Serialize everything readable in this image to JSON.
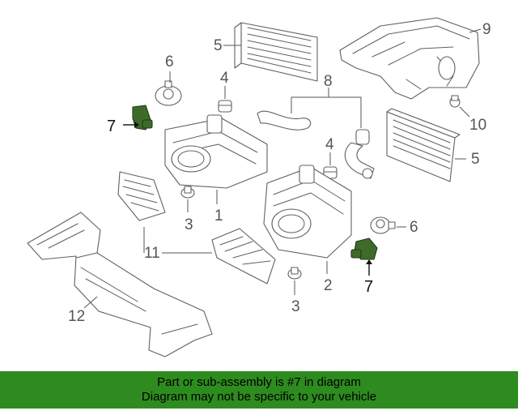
{
  "diagram": {
    "callouts": [
      {
        "id": "c1",
        "text": "1"
      },
      {
        "id": "c2",
        "text": "2"
      },
      {
        "id": "c3a",
        "text": "3"
      },
      {
        "id": "c3b",
        "text": "3"
      },
      {
        "id": "c4a",
        "text": "4"
      },
      {
        "id": "c4b",
        "text": "4"
      },
      {
        "id": "c5a",
        "text": "5"
      },
      {
        "id": "c5b",
        "text": "5"
      },
      {
        "id": "c6a",
        "text": "6"
      },
      {
        "id": "c6b",
        "text": "6"
      },
      {
        "id": "c7a",
        "text": "7"
      },
      {
        "id": "c7b",
        "text": "7"
      },
      {
        "id": "c8",
        "text": "8"
      },
      {
        "id": "c9",
        "text": "9"
      },
      {
        "id": "c10",
        "text": "10"
      },
      {
        "id": "c11",
        "text": "11"
      },
      {
        "id": "c12",
        "text": "12"
      }
    ],
    "highlighted_part": "7",
    "highlight_color": "#3f6b2a"
  },
  "banner": {
    "line1": "Part or sub-assembly is #7 in diagram",
    "line2": "Diagram may not be specific to your vehicle",
    "background": "#2e8b1f"
  }
}
